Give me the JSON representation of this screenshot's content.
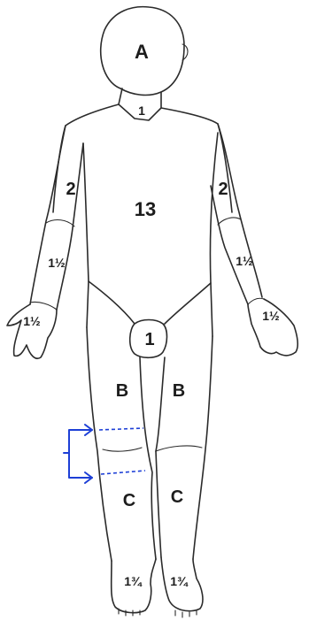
{
  "regions": {
    "head": "A",
    "neck": "1",
    "trunk": "13",
    "upper_arm_left": "2",
    "upper_arm_right": "2",
    "forearm_left": "1½",
    "forearm_right": "1½",
    "hand_left": "1½",
    "hand_right": "1½",
    "genitals": "1",
    "thigh_left": "B",
    "thigh_right": "B",
    "lower_leg_left": "C",
    "lower_leg_right": "C",
    "foot_left": "1¾",
    "foot_right": "1¾"
  },
  "colors": {
    "ink": "#2b2b2b",
    "marker": "#1d3fd6"
  }
}
